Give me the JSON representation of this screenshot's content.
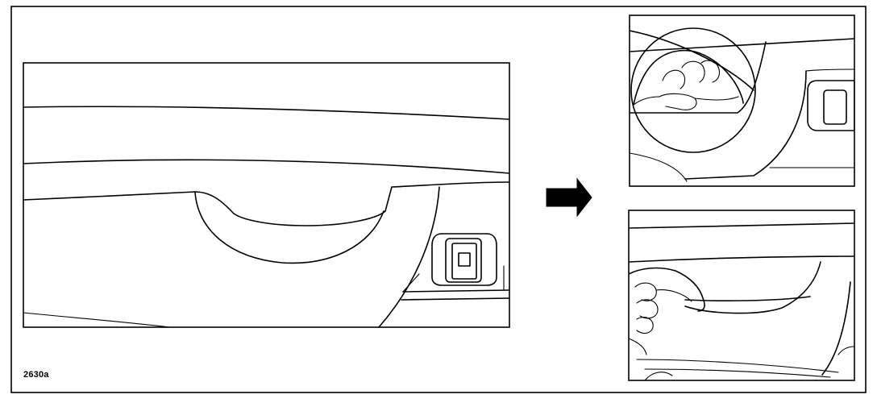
{
  "figure": {
    "code": "2630a",
    "colors": {
      "ink": "#000000",
      "paper": "#ffffff"
    },
    "panels": [
      "main-view",
      "detail-top",
      "detail-bottom"
    ],
    "icons": [
      "arrow-right-icon",
      "hand-icon",
      "magnifier-circle-icon",
      "switch-icon"
    ]
  }
}
